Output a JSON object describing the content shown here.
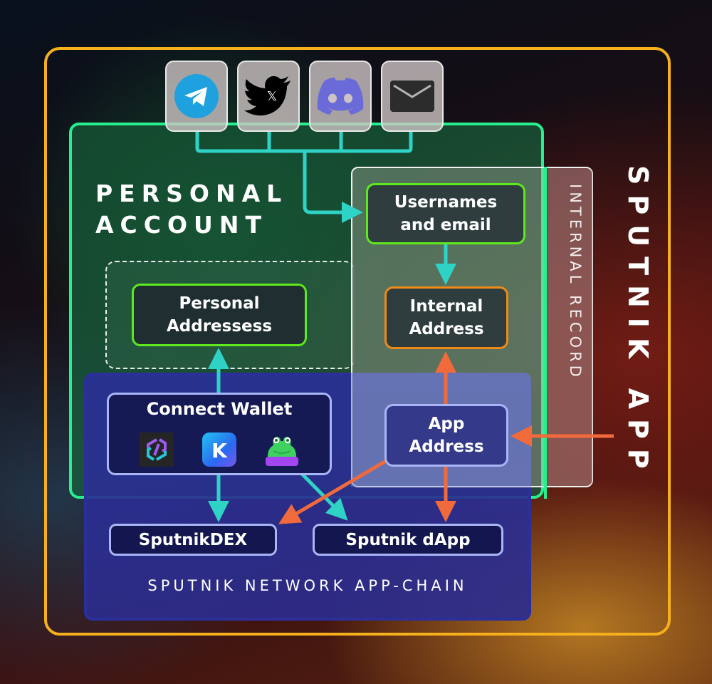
{
  "frames": {
    "app_title": "SPUTNIK APP",
    "personal_account_title": "PERSONAL\nACCOUNT",
    "internal_record_title": "INTERNAL RECORD",
    "network_title": "SPUTNIK NETWORK APP-CHAIN"
  },
  "socials": [
    {
      "name": "telegram",
      "icon": "telegram-icon"
    },
    {
      "name": "twitter-x",
      "icon": "twitter-x-icon",
      "glyph": "𝕏"
    },
    {
      "name": "discord",
      "icon": "discord-icon"
    },
    {
      "name": "email",
      "icon": "envelope-icon"
    }
  ],
  "nodes": {
    "usernames": "Usernames and email",
    "usernames_line1": "Usernames",
    "usernames_line2": "and email",
    "personal_line1": "Personal",
    "personal_line2": "Addressess",
    "internal_line1": "Internal",
    "internal_line2": "Address",
    "app_line1": "App",
    "app_line2": "Address",
    "connect_wallet": "Connect Wallet",
    "dex": "SputnikDEX",
    "dapp": "Sputnik dApp"
  },
  "wallets": [
    {
      "name": "hex-wallet",
      "icon": "hexagon-s-icon"
    },
    {
      "name": "k-wallet",
      "icon": "k-icon",
      "glyph": "K"
    },
    {
      "name": "frog-wallet",
      "icon": "frog-icon"
    }
  ],
  "colors": {
    "app_frame": "#f5b01c",
    "personal_account": "#27ef8e",
    "teal_arrow": "#2fd3c6",
    "orange_arrow": "#f06a3c",
    "node_green": "#5fe81d",
    "node_orange": "#f08a17",
    "node_periwinkle": "#a9b6f5",
    "network": "#2b2f9a"
  }
}
